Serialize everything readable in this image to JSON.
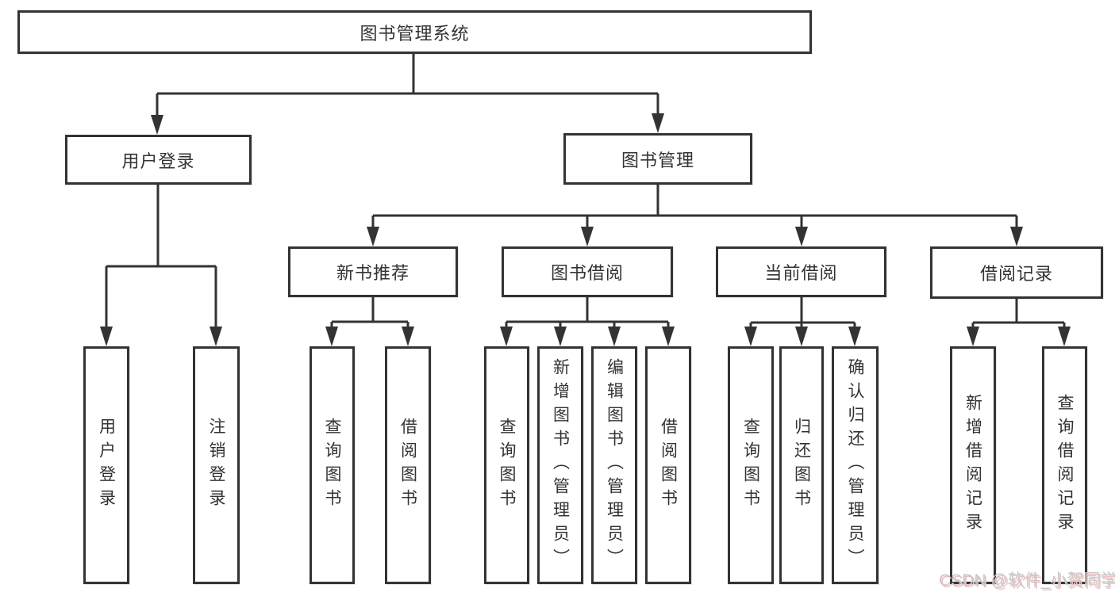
{
  "tree": {
    "root": {
      "label": "图书管理系统"
    },
    "branches": [
      {
        "label": "用户登录",
        "children": [
          {
            "label": "用户登录"
          },
          {
            "label": "注销登录"
          }
        ]
      },
      {
        "label": "图书管理",
        "children": [
          {
            "label": "新书推荐",
            "children": [
              {
                "label": "查询图书"
              },
              {
                "label": "借阅图书"
              }
            ]
          },
          {
            "label": "图书借阅",
            "children": [
              {
                "label": "查询图书"
              },
              {
                "label": "新增图书（管理员）"
              },
              {
                "label": "编辑图书（管理员）"
              },
              {
                "label": "借阅图书"
              }
            ]
          },
          {
            "label": "当前借阅",
            "children": [
              {
                "label": "查询图书"
              },
              {
                "label": "归还图书"
              },
              {
                "label": "确认归还（管理员）"
              }
            ]
          },
          {
            "label": "借阅记录",
            "children": [
              {
                "label": "新增借阅记录"
              },
              {
                "label": "查询借阅记录"
              }
            ]
          }
        ]
      }
    ]
  },
  "watermark": {
    "text": "CSDN @软件_小贺同学"
  },
  "colors": {
    "line": "#333333",
    "box_border": "#333333",
    "text": "#333333",
    "background": "#ffffff",
    "watermark_text": "#c9c9c9",
    "watermark_shadow": "#eec0c0"
  }
}
